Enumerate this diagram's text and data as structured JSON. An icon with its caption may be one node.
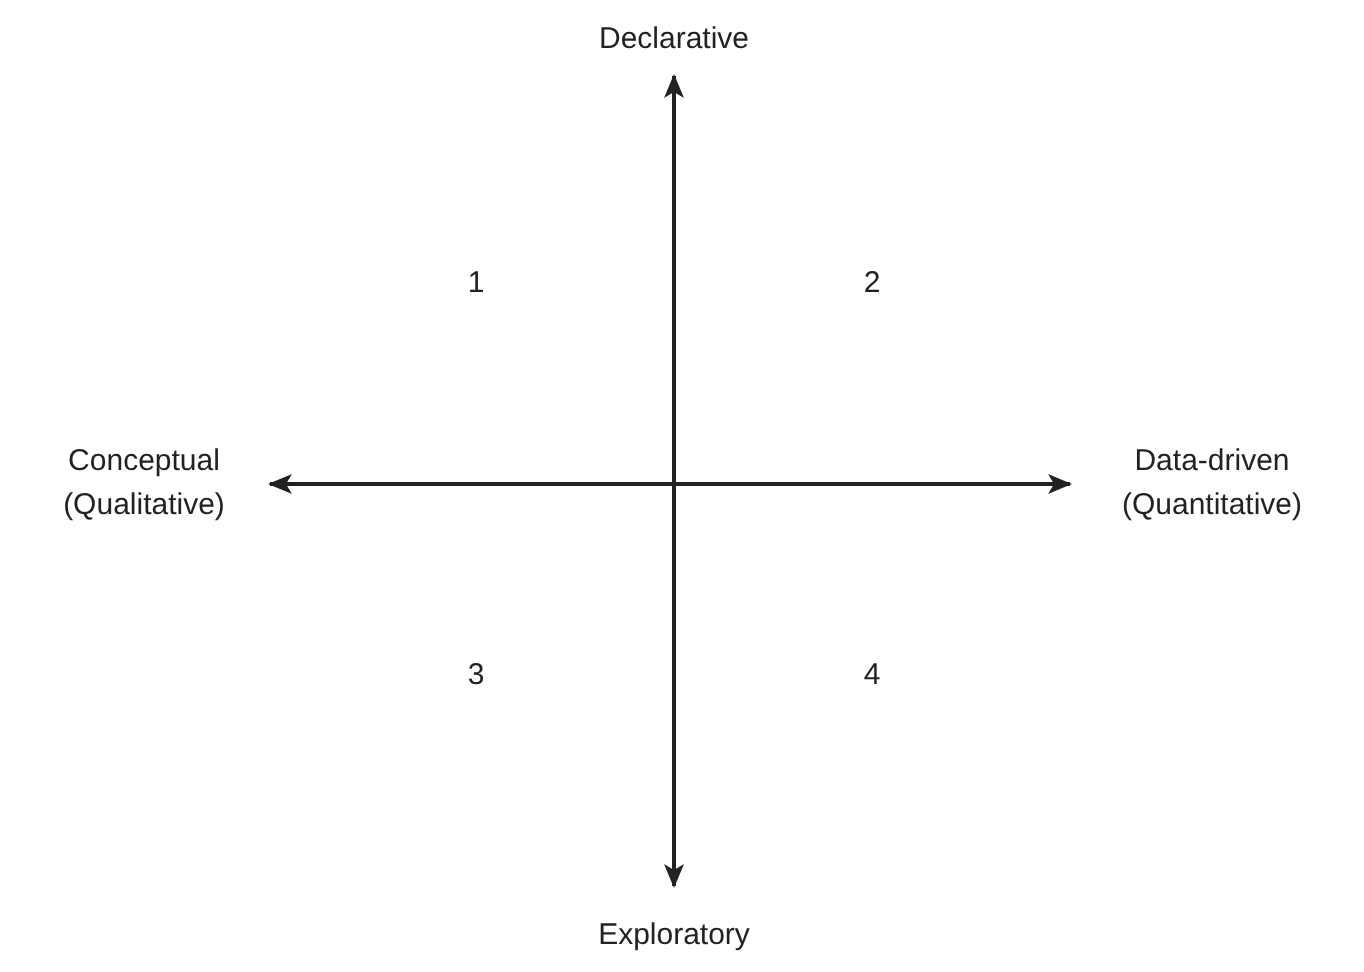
{
  "diagram": {
    "labels": [
      "Declarative",
      "1",
      "2",
      "Conceptual (Qualitative)",
      "Data-driven (Quantitative)",
      "3",
      "4",
      "Exploratory"
    ]
  }
}
